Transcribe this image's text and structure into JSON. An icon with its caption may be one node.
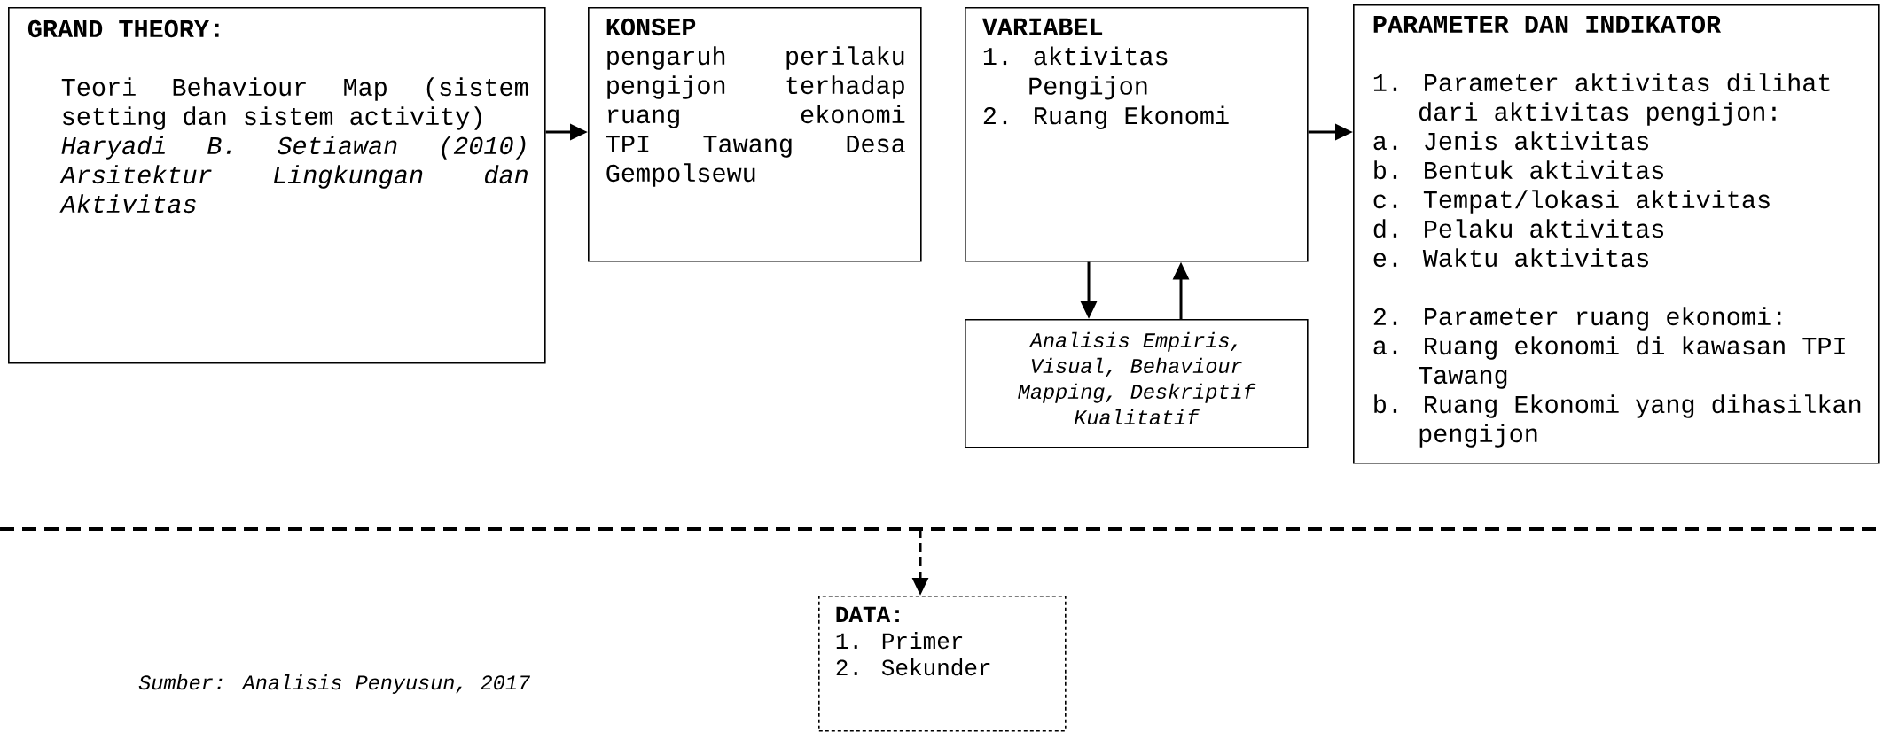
{
  "diagram": {
    "nodes": [
      {
        "text": [
          "GRAND THEORY:",
          "Teori Behaviour Map (sistem setting dan sistem activity)",
          "Haryadi B. Setiawan (2010) Arsitektur Lingkungan dan Aktivitas"
        ]
      },
      {
        "text": [
          "KONSEP",
          "pengaruh perilaku pengijon terhadap ruang ekonomi TPI Tawang Desa Gempolsewu"
        ]
      },
      {
        "text": [
          "VARIABEL",
          "1. aktivitas Pengijon",
          "2. Ruang Ekonomi"
        ]
      },
      {
        "text": [
          "Analisis Empiris, Visual, Behaviour Mapping, Deskriptif Kualitatif"
        ]
      },
      {
        "text": [
          "PARAMETER DAN INDIKATOR",
          "1. Parameter aktivitas dilihat dari aktivitas pengijon:",
          "a. Jenis aktivitas",
          "b. Bentuk aktivitas",
          "c. Tempat/lokasi aktivitas",
          "d. Pelaku aktivitas",
          "e. Waktu aktivitas",
          "2. Parameter ruang ekonomi:",
          "a. Ruang ekonomi di kawasan TPI Tawang",
          "b. Ruang Ekonomi yang dihasilkan pengijon"
        ]
      },
      {
        "text": [
          "DATA:",
          "1. Primer",
          "2. Sekunder"
        ]
      }
    ],
    "edges": [
      {
        "from": 0,
        "to": 1,
        "arrow": "to"
      },
      {
        "from": 2,
        "to": 4,
        "arrow": "to"
      },
      {
        "from": 2,
        "to": 3,
        "arrow": "to"
      },
      {
        "from": 3,
        "to": 2,
        "arrow": "to"
      },
      {
        "from": null,
        "to": 5,
        "arrow": "to",
        "style": "dashed"
      }
    ],
    "labels": [
      "Sumber: Analisis Penyusun, 2017"
    ]
  }
}
